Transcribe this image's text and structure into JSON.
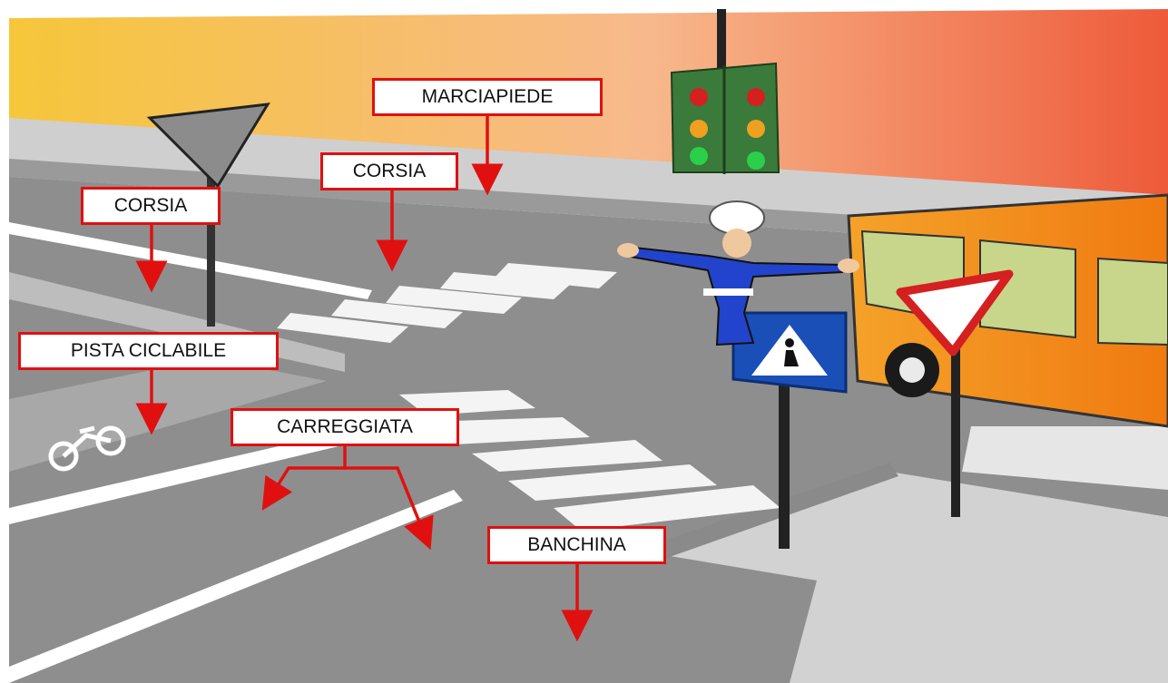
{
  "labels": {
    "marciapiede": "MARCIAPIEDE",
    "corsia_right": "CORSIA",
    "corsia_left": "CORSIA",
    "pista_ciclabile": "PISTA CICLABILE",
    "carreggiata": "CARREGGIATA",
    "banchina": "BANCHINA"
  },
  "colors": {
    "label_border": "#e01010",
    "arrow": "#e01010",
    "sky_left": "#f6c63a",
    "sky_right": "#ee5a3a",
    "road": "#8e8e8e",
    "sidewalk": "#c8c8c8",
    "traffic_light": "#3a7a3a",
    "bus": "#f08a12",
    "sign_blue": "#1a4fb8"
  }
}
